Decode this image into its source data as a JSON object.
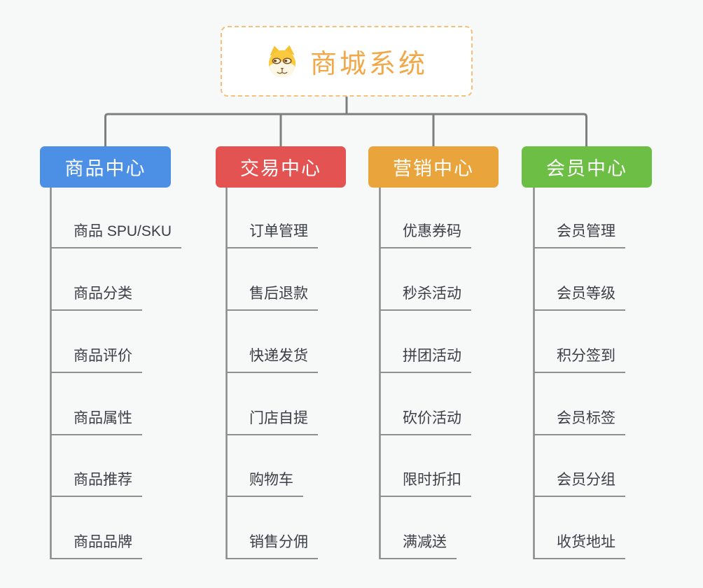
{
  "root": {
    "title": "商城系统",
    "icon": "dog-face-icon"
  },
  "branches": [
    {
      "label": "商品中心",
      "color": "#4b90e4",
      "children": [
        "商品 SPU/SKU",
        "商品分类",
        "商品评价",
        "商品属性",
        "商品推荐",
        "商品品牌"
      ]
    },
    {
      "label": "交易中心",
      "color": "#e25351",
      "children": [
        "订单管理",
        "售后退款",
        "快递发货",
        "门店自提",
        "购物车",
        "销售分佣"
      ]
    },
    {
      "label": "营销中心",
      "color": "#e9a43c",
      "children": [
        "优惠券码",
        "秒杀活动",
        "拼团活动",
        "砍价活动",
        "限时折扣",
        "满减送"
      ]
    },
    {
      "label": "会员中心",
      "color": "#6cbe44",
      "children": [
        "会员管理",
        "会员等级",
        "积分签到",
        "会员标签",
        "会员分组",
        "收货地址"
      ]
    }
  ],
  "colors": {
    "background": "#f7f8f8",
    "root_text": "#f0a848",
    "root_border": "#f5c07a",
    "connector": "#7e7e7e",
    "leaf_underline": "#8e8e8e",
    "leaf_text": "#3b4046"
  }
}
